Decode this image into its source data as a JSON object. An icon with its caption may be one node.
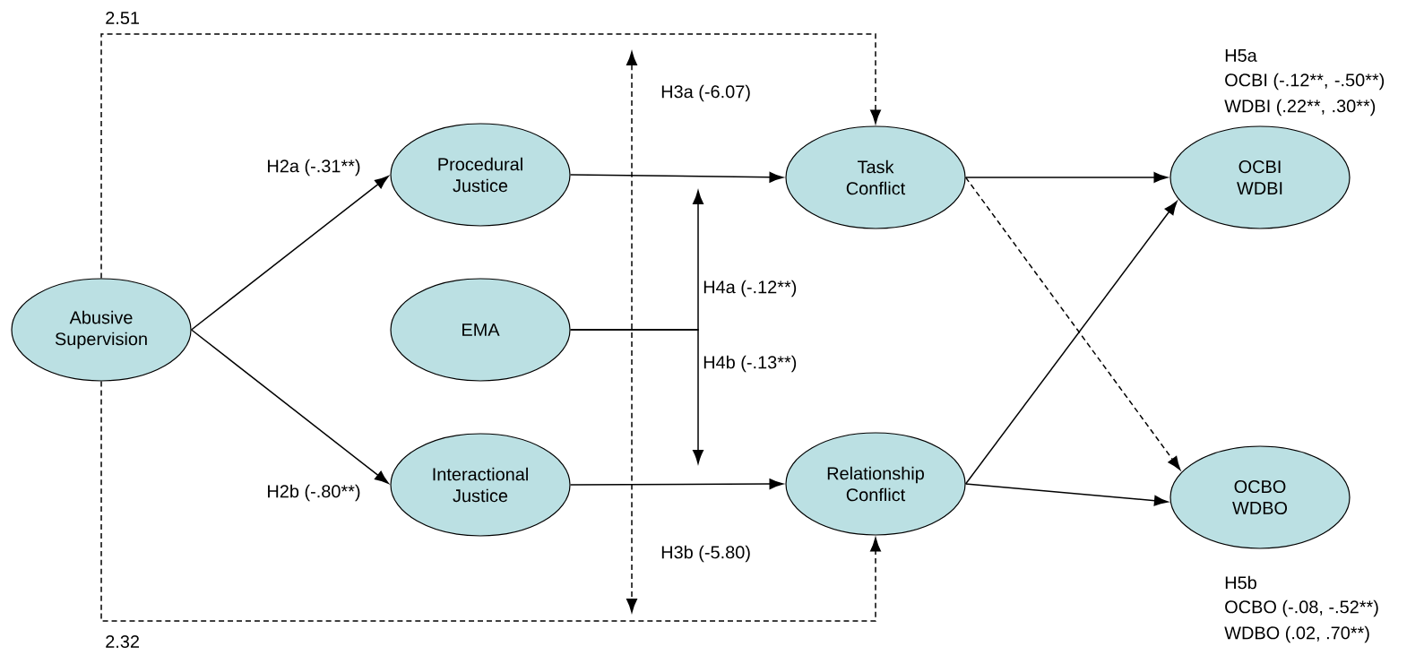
{
  "diagram": {
    "nodes": [
      {
        "text": [
          "Abusive Supervision"
        ]
      },
      {
        "text": [
          "Procedural Justice"
        ]
      },
      {
        "text": [
          "EMA"
        ]
      },
      {
        "text": [
          "Interactional Justice"
        ]
      },
      {
        "text": [
          "Task Conflict"
        ]
      },
      {
        "text": [
          "Relationship Conflict"
        ]
      },
      {
        "text": [
          "OCBI WDBI"
        ],
        "beside": [
          "H5a",
          "OCBI (-.12**,",
          "-.50**)",
          "WDBI (.22**,",
          ".30**)"
        ]
      },
      {
        "text": [
          "OCBO WDBO"
        ],
        "beside": [
          "H5b",
          "OCBO (-.08, -.52**)",
          "WDBO (.02, .70**)"
        ]
      }
    ],
    "edges": [
      {
        "from": 0,
        "to": 1,
        "arrow": "to",
        "label": "H2a (-.31**)"
      },
      {
        "from": 0,
        "to": 3,
        "arrow": "to",
        "label": "H2b (-.80**)"
      },
      {
        "from": 0,
        "to": 4,
        "arrow": "to",
        "style": "dashed",
        "label": "2.51"
      },
      {
        "from": 0,
        "to": 5,
        "arrow": "to",
        "style": "dashed",
        "label": "2.32"
      },
      {
        "from": 1,
        "to": 4,
        "arrow": "to"
      },
      {
        "from": 2,
        "to": null,
        "arrow": "to",
        "label": "H4a (-.12**)"
      },
      {
        "from": 2,
        "to": null,
        "arrow": "to",
        "label": "H4b (-.13**)"
      },
      {
        "from": 3,
        "to": 5,
        "arrow": "to"
      },
      {
        "from": 4,
        "to": 6,
        "arrow": "to"
      },
      {
        "from": 4,
        "to": 7,
        "arrow": "to",
        "style": "dashed"
      },
      {
        "from": 5,
        "to": 6,
        "arrow": "to"
      },
      {
        "from": 5,
        "to": 7,
        "arrow": "to"
      }
    ],
    "labels": [
      "H3a (-6.07)",
      "H3b (-5.80)"
    ]
  }
}
